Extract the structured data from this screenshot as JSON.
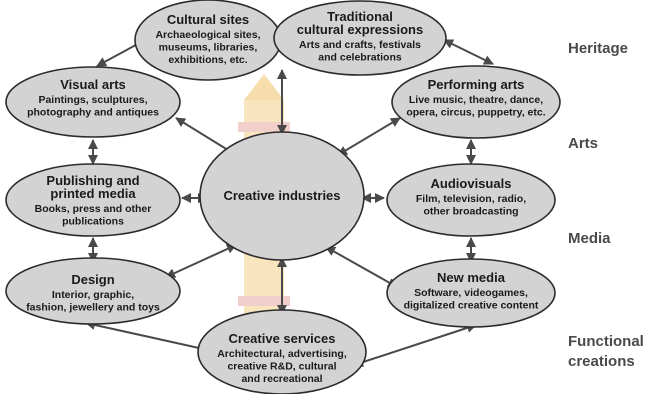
{
  "categories": {
    "heritage": "Heritage",
    "arts": "Arts",
    "media": "Media",
    "functional_line1": "Functional",
    "functional_line2": "creations"
  },
  "center": {
    "title": "Creative industries"
  },
  "nodes": {
    "cultural_sites": {
      "title": [
        "Cultural sites"
      ],
      "desc": [
        "Archaeological sites,",
        "museums, libraries,",
        "exhibitions, etc."
      ]
    },
    "traditional": {
      "title": [
        "Traditional",
        "cultural expressions"
      ],
      "desc": [
        "Arts and crafts, festivals",
        "and celebrations"
      ]
    },
    "visual_arts": {
      "title": [
        "Visual arts"
      ],
      "desc": [
        "Paintings, sculptures,",
        "photography and antiques"
      ]
    },
    "performing_arts": {
      "title": [
        "Performing arts"
      ],
      "desc": [
        "Live music, theatre, dance,",
        "opera, circus, puppetry, etc."
      ]
    },
    "publishing": {
      "title": [
        "Publishing and",
        "printed media"
      ],
      "desc": [
        "Books, press and other",
        "publications"
      ]
    },
    "audiovisuals": {
      "title": [
        "Audiovisuals"
      ],
      "desc": [
        "Film, television, radio,",
        "other broadcasting"
      ]
    },
    "design": {
      "title": [
        "Design"
      ],
      "desc": [
        "Interior, graphic,",
        "fashion, jewellery and toys"
      ]
    },
    "new_media": {
      "title": [
        "New media"
      ],
      "desc": [
        "Software, videogames,",
        "digitalized creative content"
      ]
    },
    "creative_services": {
      "title": [
        "Creative services"
      ],
      "desc": [
        "Architectural, advertising,",
        "creative R&D, cultural",
        "and recreational"
      ]
    }
  },
  "colors": {
    "ellipse_fill": "#d3d3d3",
    "ellipse_stroke": "#2b2b2b",
    "arrow": "#4a4a4a",
    "category_text": "#4a4a4a",
    "watermark_gold": "#f0c46a",
    "watermark_red": "#e7a9a0"
  }
}
